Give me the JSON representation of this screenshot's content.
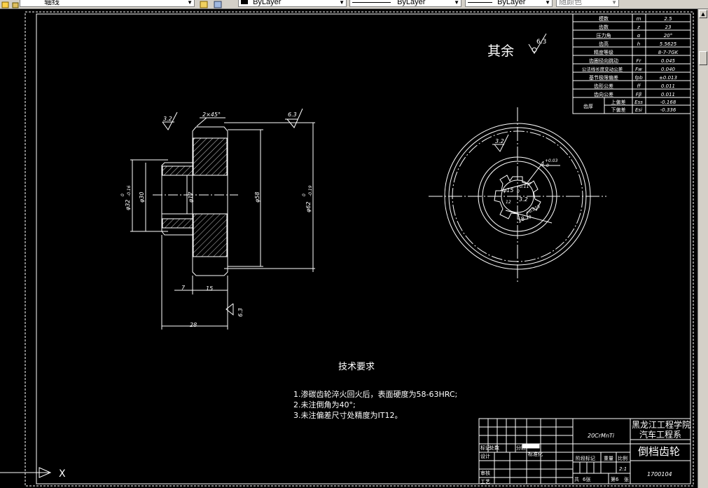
{
  "toolbar": {
    "layer_value": "轴线",
    "color_value": "ByLayer",
    "linetype_value": "ByLayer",
    "lineweight_value": "ByLayer",
    "plotstyle_value": "随颜色"
  },
  "params_table": {
    "rows": [
      {
        "name": "模数",
        "symbol": "m",
        "value": "2.5"
      },
      {
        "name": "齿数",
        "symbol": "z",
        "value": "23"
      },
      {
        "name": "压力角",
        "symbol": "α",
        "value": "20°"
      },
      {
        "name": "齿高",
        "symbol": "h",
        "value": "5.5625"
      },
      {
        "name": "精度等级",
        "symbol": "",
        "value": "8-7-7GK"
      },
      {
        "name": "齿圈径向跳动",
        "symbol": "Fr",
        "value": "0.045"
      },
      {
        "name": "公法线长度变动公差",
        "symbol": "Fw",
        "value": "0.040"
      },
      {
        "name": "基节极限偏差",
        "symbol": "fpb",
        "value": "±0.013"
      },
      {
        "name": "齿形公差",
        "symbol": "ff",
        "value": "0.011"
      },
      {
        "name": "齿向公差",
        "symbol": "Fβ",
        "value": "0.011"
      }
    ],
    "thickness_label": "齿厚",
    "upper_label": "上偏差",
    "upper_symbol": "Ess",
    "upper_value": "-0.168",
    "lower_label": "下偏差",
    "lower_symbol": "Esi",
    "lower_value": "-0.336"
  },
  "surface_note": {
    "text": "其余",
    "roughness": "6.3"
  },
  "section_view": {
    "chamfer": "2×45°",
    "rough_left": "3.2",
    "rough_top": "6.3",
    "rough_bottom": "6.3",
    "dia_32": "φ32",
    "dia_32_tol_up": "0",
    "dia_32_tol_low": "-0.16",
    "dia_30": "φ30",
    "dia_17": "φ17",
    "dia_58": "φ58",
    "dia_62": "φ62",
    "dia_62_tol_up": "0",
    "dia_62_tol_low": "-0.19",
    "dim_7": "7",
    "dim_15": "15",
    "dim_28": "28"
  },
  "front_view": {
    "rough": "3.2",
    "dia_15": "φ15",
    "dia_15_tol": "+0.11",
    "dia_15_tol2": "0",
    "dim_4": "4",
    "dim_4_tol": "+0.03",
    "dim_4_tol2": "0",
    "dim_18": "18",
    "dim_18_tol": "+0.018",
    "dim_18_tol2": "0",
    "inner_rough": "3.2",
    "small_dim": "12"
  },
  "tech_req": {
    "title": "技术要求",
    "lines": [
      "1.渗碳齿轮淬火回火后，表面硬度为58-63HRC;",
      "2.未注倒角为40°;",
      "3.未注偏差尺寸处精度为IT12。"
    ]
  },
  "title_block": {
    "material": "20CrMnTi",
    "school": "黑龙江工程学院",
    "dept": "汽车工程系",
    "part_name": "倒档齿轮",
    "drawing_no": "1700104",
    "stage_label": "阶段标记",
    "weight_label": "重量",
    "scale_label": "比例",
    "scale_value": "2:1",
    "mark_label": "标记",
    "count_label": "处数",
    "zone_label": "分区",
    "design_label": "设计",
    "std_label": "标准化",
    "review_label": "审核",
    "craft_label": "工艺",
    "total_label": "共",
    "total_value": "6张",
    "sheet_label": "第6",
    "sheet_suffix": "张"
  },
  "ucs": {
    "label": "X"
  }
}
